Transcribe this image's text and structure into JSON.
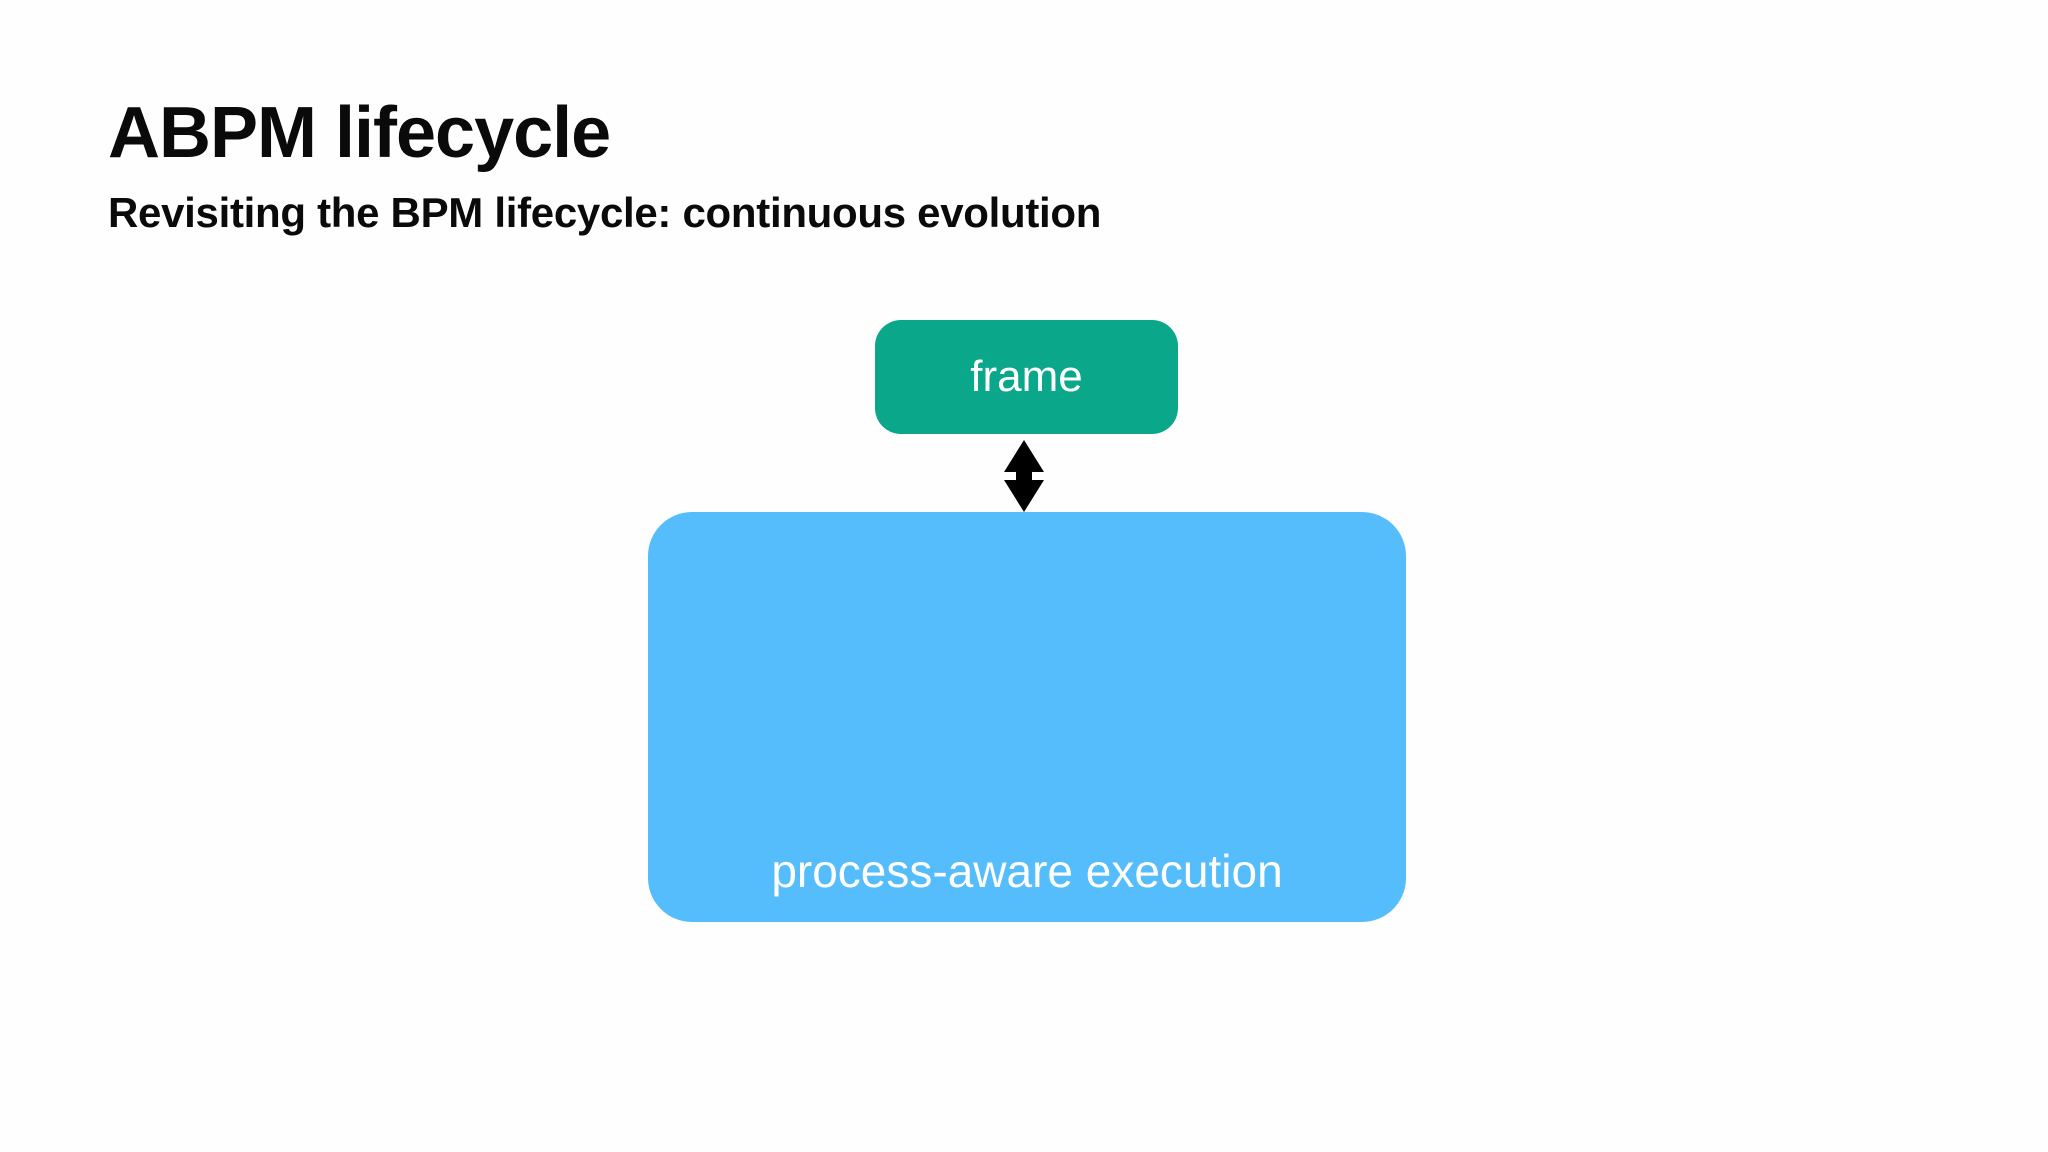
{
  "slide": {
    "title": "ABPM lifecycle",
    "subtitle": "Revisiting the BPM lifecycle: continuous evolution",
    "background_color": "#fefefe",
    "text_color": "#0a0a0a"
  },
  "diagram": {
    "nodes": [
      {
        "id": "frame",
        "label": "frame",
        "fill_color": "#0ba78b",
        "text_color": "#ffffff",
        "label_position": "center"
      },
      {
        "id": "process-aware-execution",
        "label": "process-aware execution",
        "fill_color": "#56bdfc",
        "text_color": "#ffffff",
        "label_position": "bottom"
      }
    ],
    "connectors": [
      {
        "id": "frame-execution-link",
        "from": "frame",
        "to": "process-aware-execution",
        "style": "double-headed-arrow",
        "orientation": "vertical",
        "color": "#000000"
      }
    ]
  }
}
